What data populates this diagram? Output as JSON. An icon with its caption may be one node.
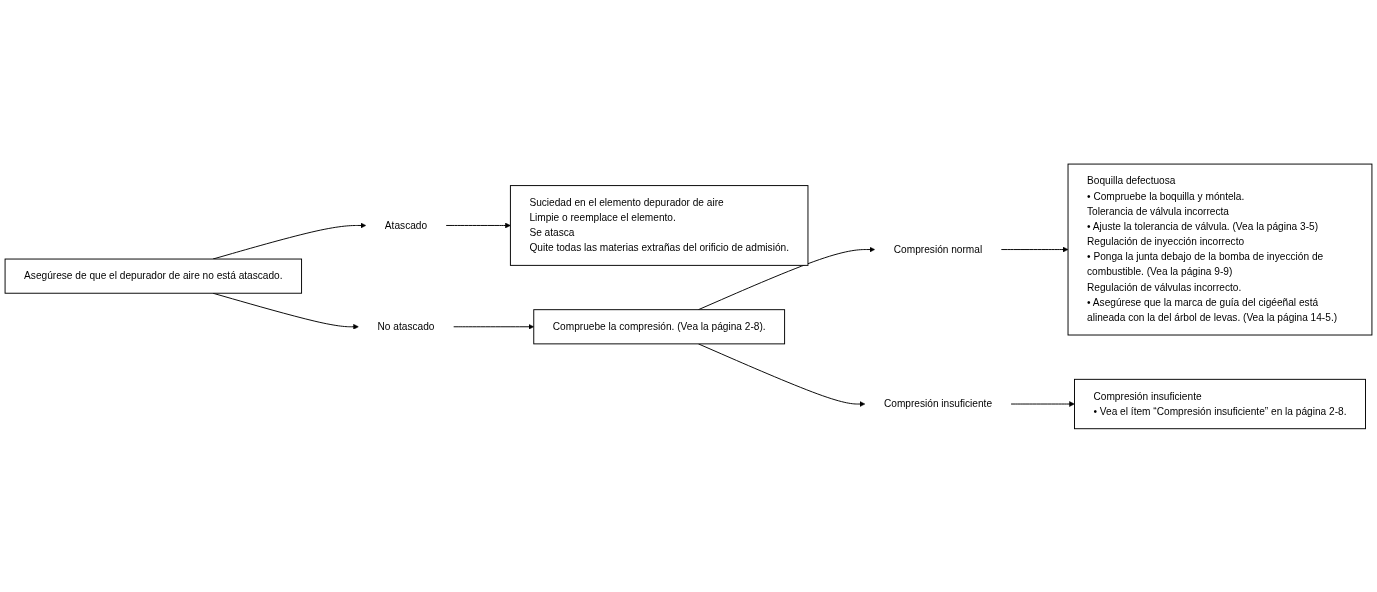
{
  "diagram": {
    "nodes": [
      {
        "text": [
          "Asegúrese de que el depurador de aire no está atascado."
        ]
      },
      {
        "text": [
          "Atascado"
        ]
      },
      {
        "text": [
          "No atascado"
        ]
      },
      {
        "text": [
          "Suciedad en el elemento depurador de aire",
          "Limpie o reemplace el elemento.",
          "Se atasca",
          "Quite todas las materias extrañas del orificio de admisión."
        ]
      },
      {
        "text": [
          "Compruebe la compresión. (Vea la página 2-8)."
        ]
      },
      {
        "text": [
          "Compresión normal"
        ]
      },
      {
        "text": [
          "Compresión insuficiente"
        ]
      },
      {
        "text": [
          "Boquilla defectuosa",
          "• Compruebe la boquilla y móntela.",
          "Tolerancia de válvula incorrecta",
          "• Ajuste la tolerancia de válvula. (Vea la página 3-5)",
          "Regulación de inyección incorrecto",
          "• Ponga la junta debajo de la bomba de inyección de combustible. (Vea la página 9-9)",
          "Regulación de válvulas incorrecto.",
          "• Asegúrese que la marca de guía del cigéeñal está alineada con la del árbol de levas. (Vea la página 14-5.)"
        ]
      },
      {
        "text": [
          "Compresión insuficiente",
          "• Vea el ítem “Compresión insuficiente” en la página 2-8."
        ]
      }
    ],
    "edges": [
      {
        "from": 0,
        "to": 1,
        "arrow": "to"
      },
      {
        "from": 0,
        "to": 2,
        "arrow": "to"
      },
      {
        "from": 1,
        "to": 3,
        "arrow": "to"
      },
      {
        "from": 2,
        "to": 4,
        "arrow": "to"
      },
      {
        "from": 4,
        "to": 5,
        "arrow": "to"
      },
      {
        "from": 4,
        "to": 6,
        "arrow": "to"
      },
      {
        "from": 5,
        "to": 7,
        "arrow": "to"
      },
      {
        "from": 6,
        "to": 8,
        "arrow": "to"
      }
    ]
  }
}
